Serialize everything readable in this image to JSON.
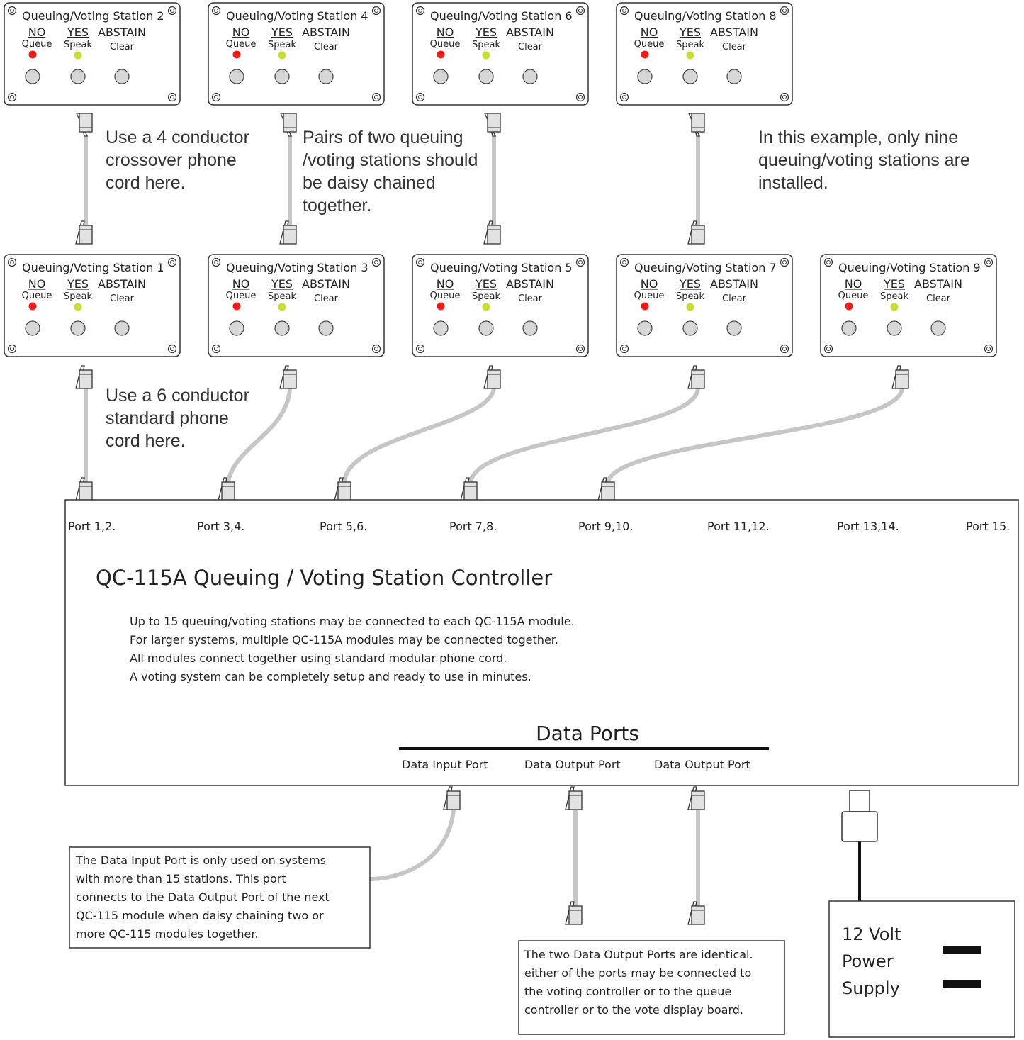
{
  "stations": [
    {
      "title": "Queuing/Voting Station 2"
    },
    {
      "title": "Queuing/Voting Station 4"
    },
    {
      "title": "Queuing/Voting Station 6"
    },
    {
      "title": "Queuing/Voting Station 8"
    },
    {
      "title": "Queuing/Voting Station 1"
    },
    {
      "title": "Queuing/Voting Station 3"
    },
    {
      "title": "Queuing/Voting Station 5"
    },
    {
      "title": "Queuing/Voting Station 7"
    },
    {
      "title": "Queuing/Voting Station 9"
    }
  ],
  "station_labels": {
    "no": "NO",
    "yes": "YES",
    "abstain": "ABSTAIN",
    "queue": "Queue",
    "speak": "Speak",
    "clear": "Clear"
  },
  "colors": {
    "led_red": "#e8201c",
    "led_yellow": "#c9dc33",
    "button_fill": "#d7d7d7",
    "cable": "#c6c6c6",
    "plug_fill": "#e2e2e2"
  },
  "notes": {
    "crossover": [
      "Use a 4 conductor",
      "crossover phone",
      "cord here."
    ],
    "pairs": [
      "Pairs of two queuing",
      "/voting stations should",
      "be daisy chained",
      "together."
    ],
    "example": [
      "In this example, only nine",
      "queuing/voting stations are",
      "installed."
    ],
    "standard": [
      "Use a 6 conductor",
      "standard  phone",
      "cord here."
    ]
  },
  "ports": [
    "Port 1,2.",
    "Port 3,4.",
    "Port 5,6.",
    "Port 7,8.",
    "Port 9,10.",
    "Port 11,12.",
    "Port 13,14.",
    "Port 15."
  ],
  "controller": {
    "title": "QC-115A Queuing / Voting Station Controller",
    "description": [
      "Up to 15 queuing/voting stations may be connected to each QC-115A module.",
      "For larger systems, multiple QC-115A modules may be connected together.",
      "All modules connect together using standard modular phone cord.",
      "A voting system can be completely setup and ready to use in minutes."
    ],
    "data_ports_title": "Data Ports",
    "data_port_labels": [
      "Data Input Port",
      "Data Output  Port",
      "Data Output  Port"
    ]
  },
  "input_note": [
    "The Data Input  Port is only used on systems",
    "with more than 15 stations.  This port",
    "connects to the Data Output Port of the next",
    "QC-115 module when daisy chaining two or",
    "more QC-115 modules together."
  ],
  "output_note": [
    "The two Data Output  Ports are identical.",
    "either of the ports may be connected to",
    "the voting controller or to the queue",
    "controller or to the vote display board."
  ],
  "power_supply": [
    "12 Volt",
    "Power",
    "Supply"
  ]
}
